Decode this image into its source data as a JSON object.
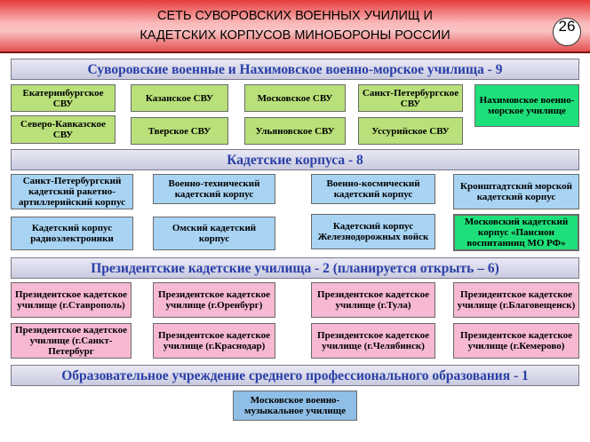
{
  "title": {
    "line1": "СЕТЬ СУВОРОВСКИХ ВОЕННЫХ УЧИЛИЩ И",
    "line2": "КАДЕТСКИХ КОРПУСОВ МИНОБОРОНЫ РОССИИ",
    "page": "26"
  },
  "sections": {
    "suvorov": {
      "heading": "Суворовские военные и Нахимовское военно-морское училища - 9",
      "items": [
        "Екатеринбургское СВУ",
        "Казанское СВУ",
        "Московское СВУ",
        "Санкт-Петербургское СВУ",
        "Нахимовское военно-морское училище",
        "Северо-Кавказское СВУ",
        "Тверское СВУ",
        "Ульяновское СВУ",
        "Уссурийское СВУ"
      ]
    },
    "cadet": {
      "heading": "Кадетские корпуса - 8",
      "items": [
        "Санкт-Петербургский кадетский ракетно-артиллерийский корпус",
        "Военно-технический кадетский корпус",
        "Военно-космический кадетский корпус",
        "Кронштадтский морской кадетский корпус",
        "Кадетский корпус радиоэлектроники",
        "Омский кадетский корпус",
        "Кадетский корпус Железнодорожных войск",
        "Московский кадетский корпус «Пансион воспитанниц МО РФ»"
      ]
    },
    "presidential": {
      "heading": "Президентские кадетские училища - 2 (планируется открыть – 6)",
      "items": [
        "Президентское кадетское училище (г.Ставрополь)",
        "Президентское кадетское училище (г.Оренбург)",
        "Президентское кадетское училище (г.Тула)",
        "Президентское кадетское училище (г.Благовещенск)",
        "Президентское кадетское училище (г.Санкт-Петербург",
        "Президентское кадетское училище (г.Краснодар)",
        "Президентское кадетское училище (г.Челябинск)",
        "Президентское кадетское училище (г.Кемерово)"
      ]
    },
    "secondary": {
      "heading": "Образовательное учреждение среднего профессионального образования - 1",
      "items": [
        "Московское военно-музыкальное училище"
      ]
    }
  },
  "colors": {
    "title_bar": "#e83a3a",
    "suvorov_box": "#b9e07a",
    "cadet_box": "#a8d3f3",
    "highlight_box": "#1ee07a",
    "presidential_box": "#f6b8d2",
    "heading_text": "#2a3fa8"
  }
}
